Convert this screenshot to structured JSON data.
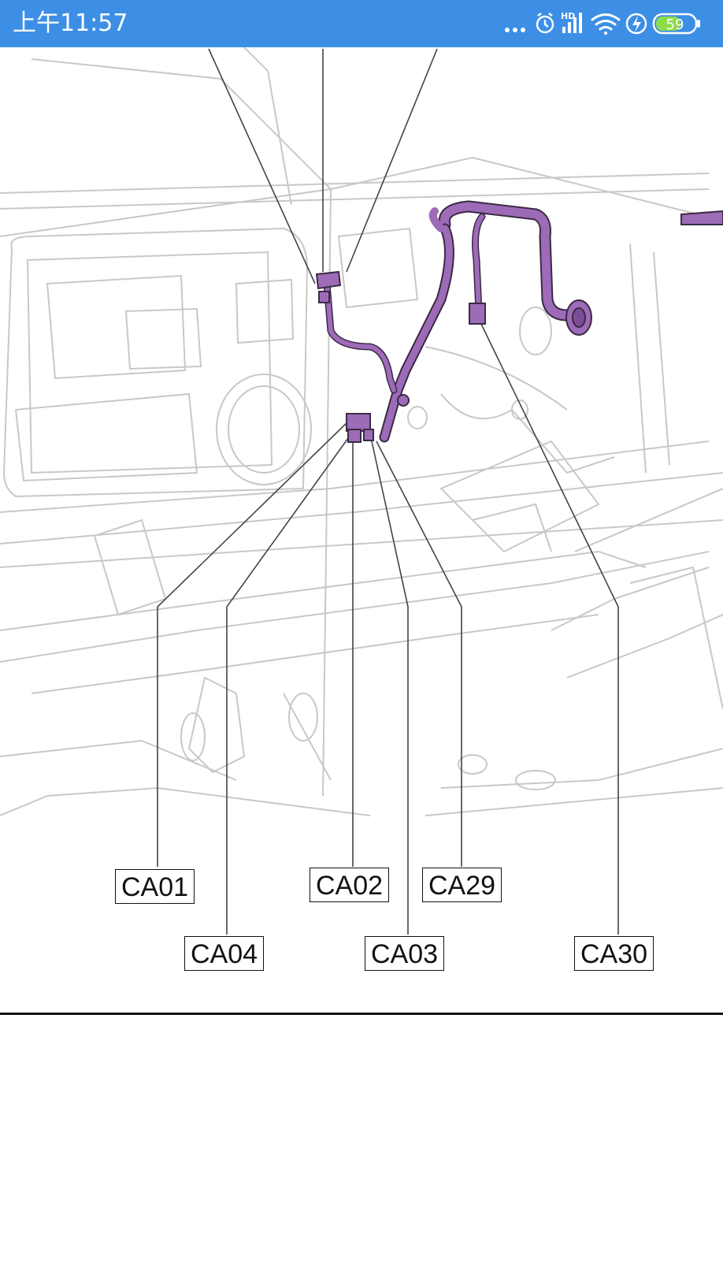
{
  "status_bar": {
    "time": "上午11:57",
    "battery_level": "59",
    "network_badge": "HD",
    "icons": [
      "more-dots-icon",
      "alarm-icon",
      "signal-icon",
      "wifi-icon",
      "charging-icon",
      "battery-icon"
    ],
    "background_color": "#3d8fe6"
  },
  "diagram": {
    "harness_color": "#9e6bb8",
    "line_color": "#c8c8c8",
    "connectors": {
      "ca01": "CA01",
      "ca02": "CA02",
      "ca29": "CA29",
      "ca04": "CA04",
      "ca03": "CA03",
      "ca30": "CA30"
    }
  }
}
